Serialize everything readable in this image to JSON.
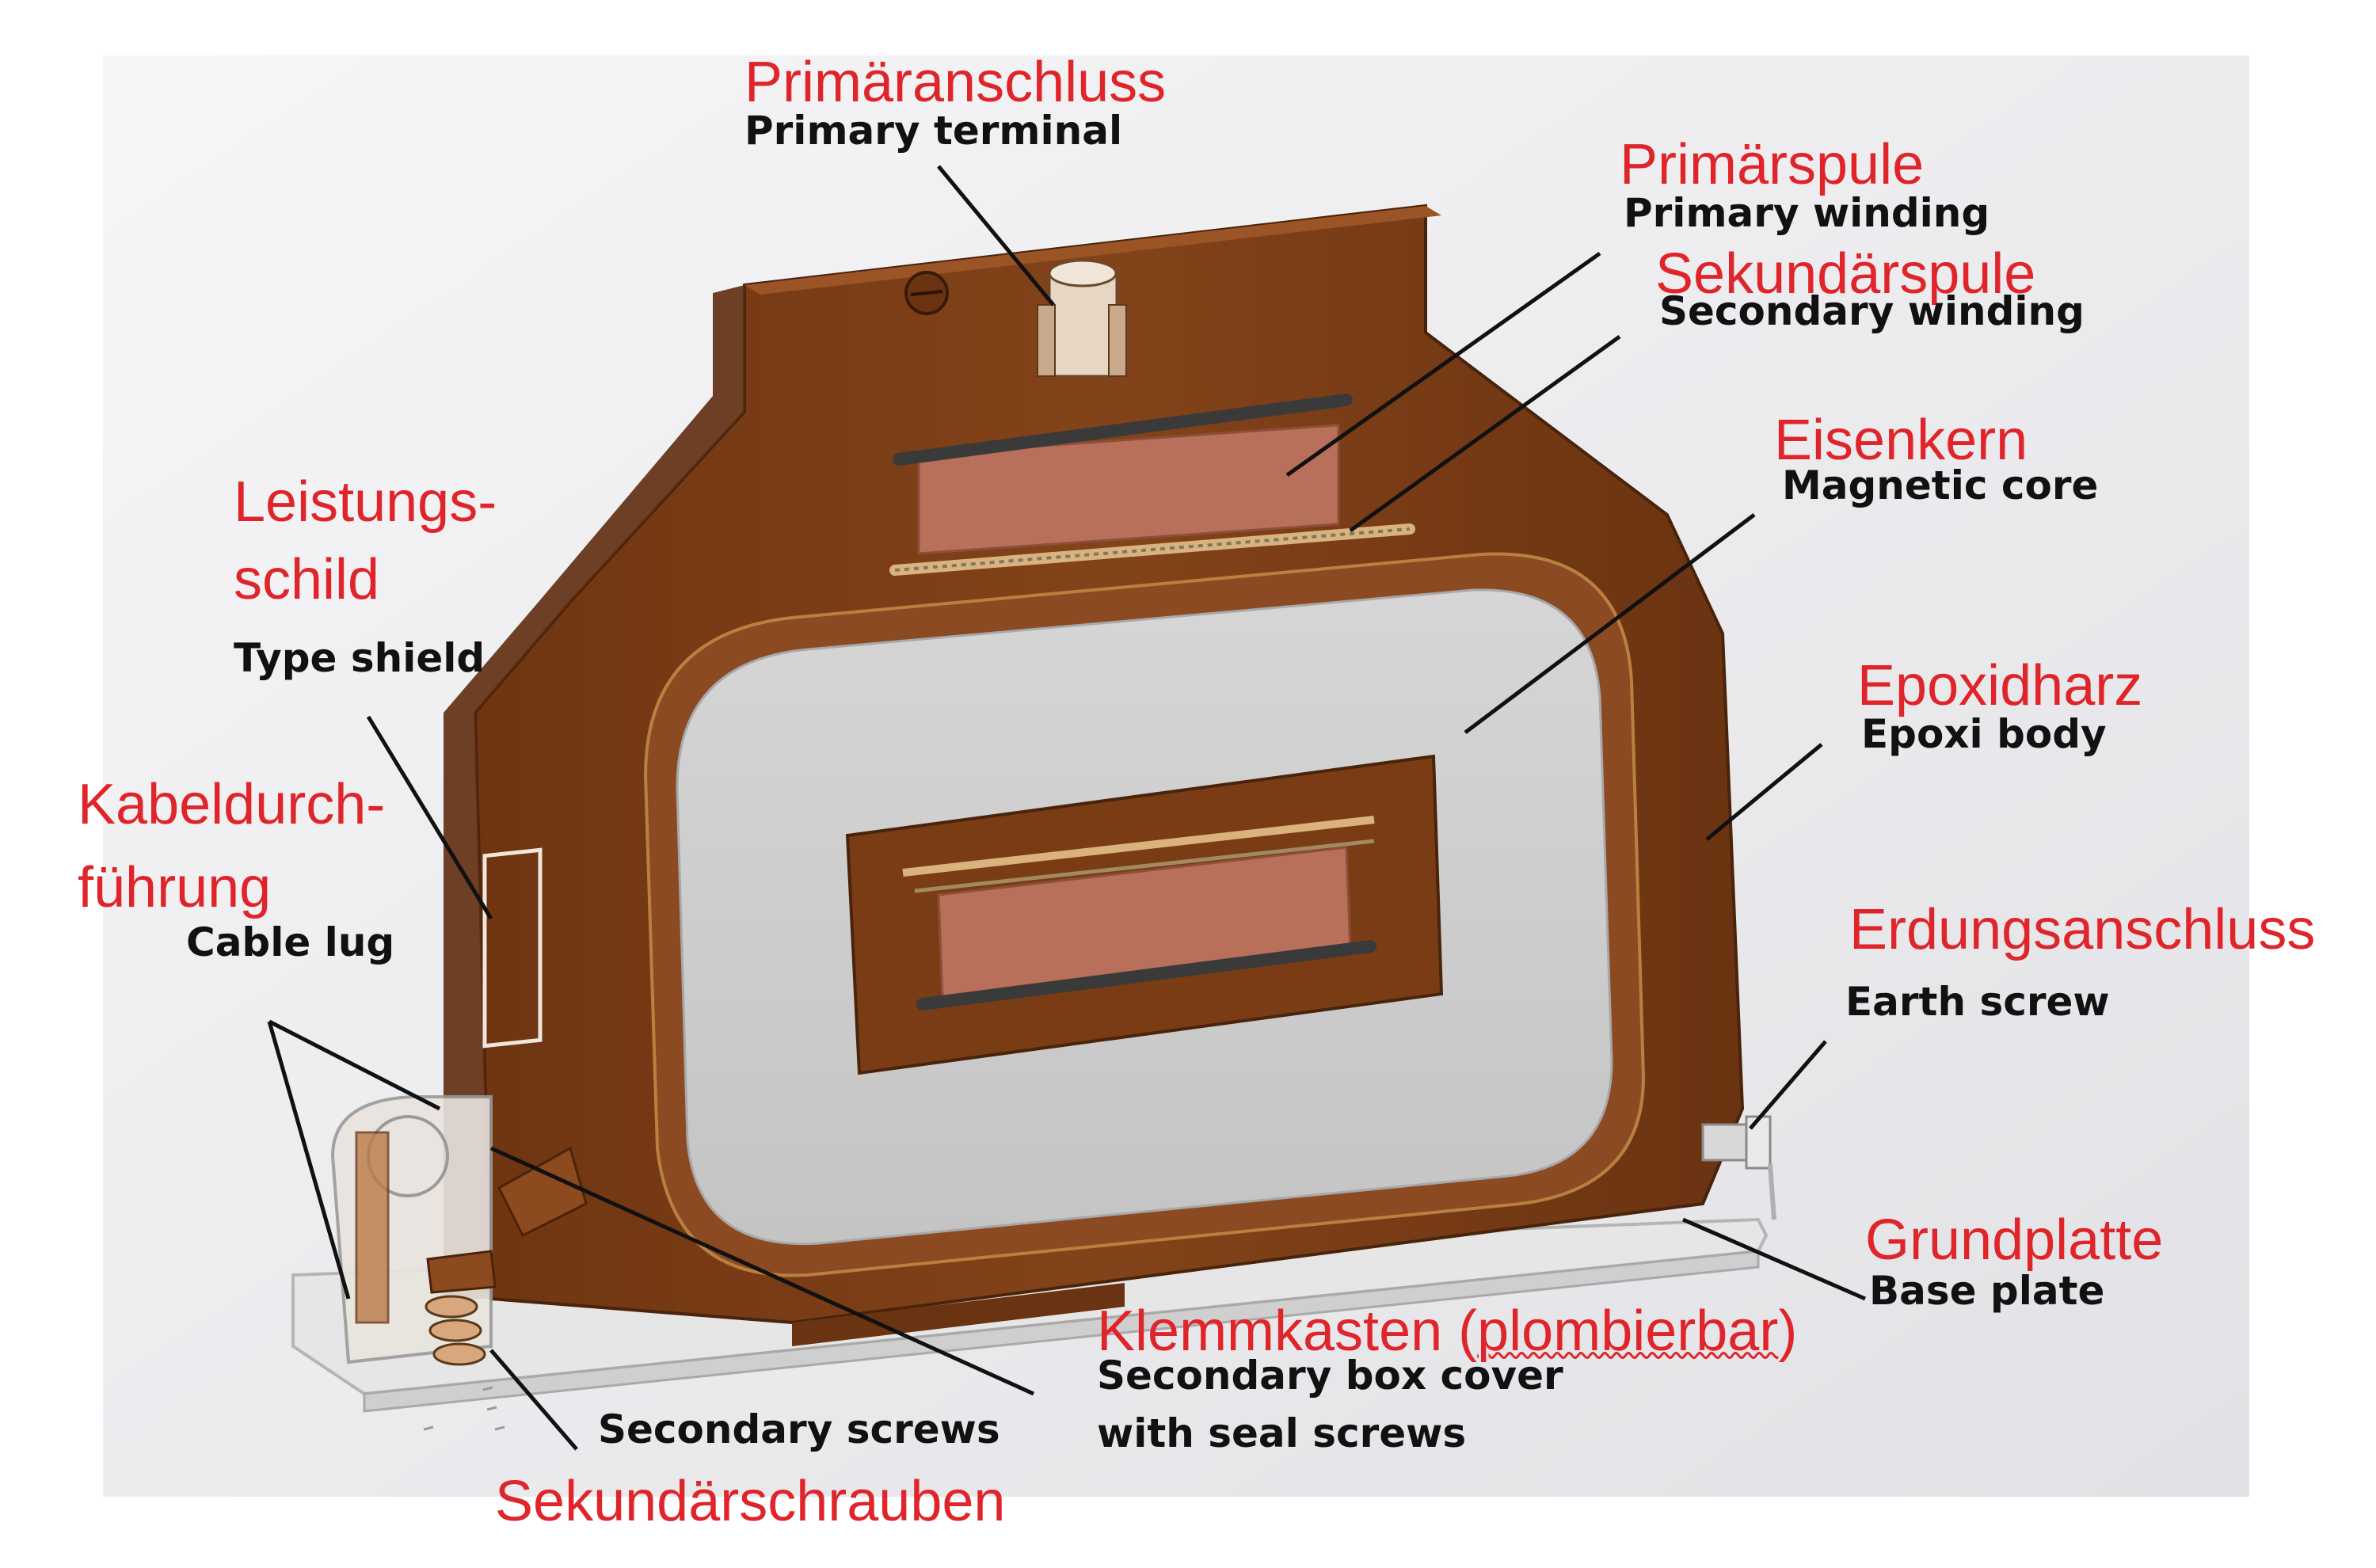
{
  "colors": {
    "body_brown": "#7a3d17",
    "body_brown_dark": "#5c2c0e",
    "body_brown_light": "#8e4a1f",
    "winding_copper": "#b8705a",
    "core_grey": "#cfcfcf",
    "base_plate": "#e4e4e4",
    "label_red": "#e0252a",
    "label_black": "#111111",
    "background_shade": "#ececee"
  },
  "labels": {
    "primary_terminal": {
      "de": "Primäranschluss",
      "en": "Primary terminal"
    },
    "primary_winding": {
      "de": "Primärspule",
      "en": "Primary winding"
    },
    "secondary_winding": {
      "de": "Sekundärspule",
      "en": "Secondary winding"
    },
    "magnetic_core": {
      "de": "Eisenkern",
      "en": "Magnetic core"
    },
    "type_shield": {
      "de_line1": "Leistungs-",
      "de_line2": "schild",
      "en": "Type shield"
    },
    "epoxi_body": {
      "de": "Epoxidharz",
      "en": "Epoxi body"
    },
    "cable_lug": {
      "de_line1": "Kabeldurch-",
      "de_line2": "führung",
      "en": "Cable lug"
    },
    "earth_screw": {
      "de": "Erdungsanschluss",
      "en": "Earth screw"
    },
    "base_plate": {
      "de": "Grundplatte",
      "en": "Base plate"
    },
    "secondary_box_cover": {
      "de_prefix": "Klemmkasten (",
      "de_underlined": "plombierbar",
      "de_suffix": ")",
      "en_line1": "Secondary box cover",
      "en_line2": "with seal screws"
    },
    "secondary_screws": {
      "de": "Sekundärschrauben",
      "en": "Secondary screws"
    }
  }
}
